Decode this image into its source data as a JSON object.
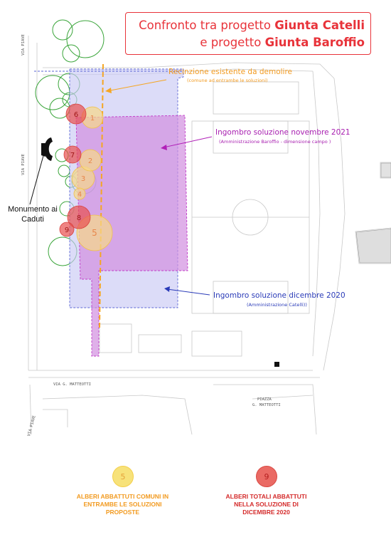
{
  "title": {
    "line1_prefix": "Confronto tra progetto ",
    "line1_bold": "Giunta Catelli",
    "line2_prefix": "e progetto ",
    "line2_bold": "Giunta Baroffio"
  },
  "labels": {
    "fence_main": "Recinzione esistente da demolire",
    "fence_sub": "(comune ad entrambe le soluzioni)",
    "nov_main": "Ingombro soluzione novembre 2021",
    "nov_sub": "(Amministrazione Baroffio - dimensione campo )",
    "dec_main": "Ingombro soluzione dicembre 2020",
    "dec_sub": "(Amministrazione Catelli))",
    "monument_line1": "Monumento ai",
    "monument_line2": "Caduti"
  },
  "streets": {
    "via_piave_top": "VIA PIAVE",
    "via_piave_mid": "VIA PIAVE",
    "via_matteotti": "VIA G. MATTEOTTI",
    "piazza_line1": "PIAZZA",
    "piazza_line2": "G. MATTEOTTI",
    "via_piave_bottom": "VIA PIAVE"
  },
  "trees": [
    {
      "number": "1",
      "kind": "common"
    },
    {
      "number": "2",
      "kind": "common"
    },
    {
      "number": "3",
      "kind": "common"
    },
    {
      "number": "4",
      "kind": "common"
    },
    {
      "number": "5",
      "kind": "common"
    },
    {
      "number": "6",
      "kind": "dec2020"
    },
    {
      "number": "7",
      "kind": "dec2020"
    },
    {
      "number": "8",
      "kind": "dec2020"
    },
    {
      "number": "9",
      "kind": "dec2020"
    }
  ],
  "legend": {
    "common_count": "5",
    "common_text": [
      "ALBERI ABBATTUTI COMUNI IN",
      "ENTRAMBE LE SOLUZIONI",
      "PROPOSTE"
    ],
    "total_count": "9",
    "total_text": [
      "ALBERI TOTALI ABBATTUTI",
      "NELLA SOLUZIONE DI",
      "DICEMBRE 2020"
    ]
  },
  "colors": {
    "title_red": "#e8333a",
    "fence_orange": "#f5a623",
    "nov_magenta": "#cc33cc",
    "dec_blue": "#2a3bb8",
    "tree_green": "#3aa53a",
    "common_yellow": "#f7e27a",
    "dec_red": "#e85a5a",
    "legend_orange_text": "#f29a1f",
    "legend_red_text": "#d42a2a"
  }
}
